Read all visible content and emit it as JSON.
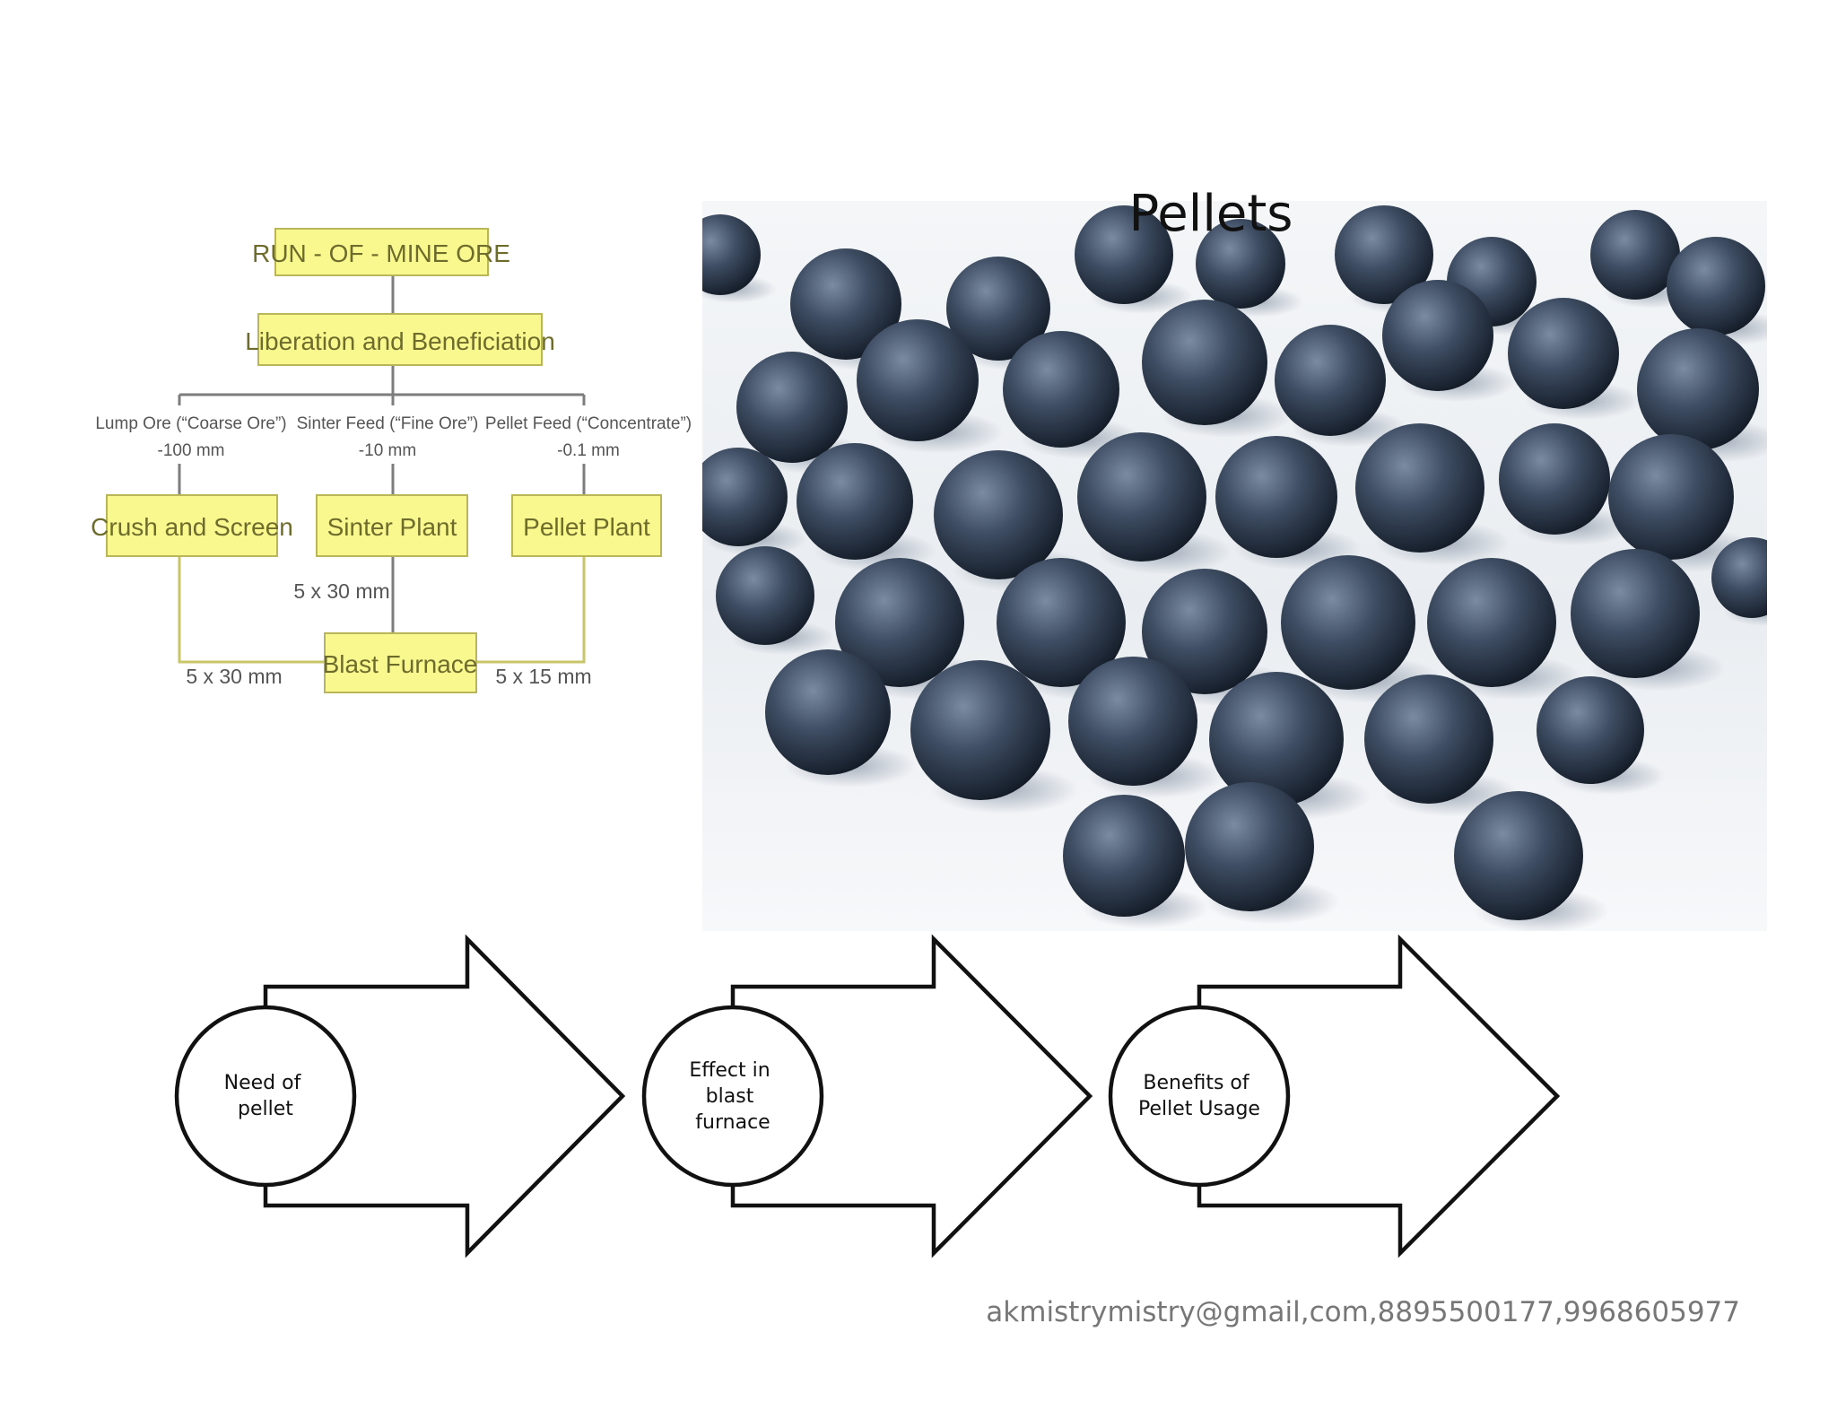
{
  "flowchart": {
    "run_of_mine": "RUN - OF - MINE ORE",
    "liberation": "Liberation and Beneficiation",
    "branches": [
      {
        "label": "Lump Ore (“Coarse Ore”)",
        "size": "-100 mm",
        "box": "Crush and Screen",
        "output": "5 x 30 mm"
      },
      {
        "label": "Sinter Feed (“Fine Ore”)",
        "size": "-10 mm",
        "box": "Sinter Plant",
        "output": "5 x 30 mm"
      },
      {
        "label": "Pellet Feed (“Concentrate”)",
        "size": "-0.1 mm",
        "box": "Pellet Plant",
        "output": "5 x 15 mm"
      }
    ],
    "blast_furnace": "Blast Furnace"
  },
  "photo": {
    "title": "Pellets"
  },
  "steps": [
    {
      "lines": [
        "Need of",
        "pellet"
      ]
    },
    {
      "lines": [
        "Effect in",
        "blast",
        "furnace"
      ]
    },
    {
      "lines": [
        "Benefits of",
        "Pellet Usage"
      ]
    }
  ],
  "footer": {
    "contact": "akmistrymistry@gmail,com,8895500177,9968605977"
  }
}
